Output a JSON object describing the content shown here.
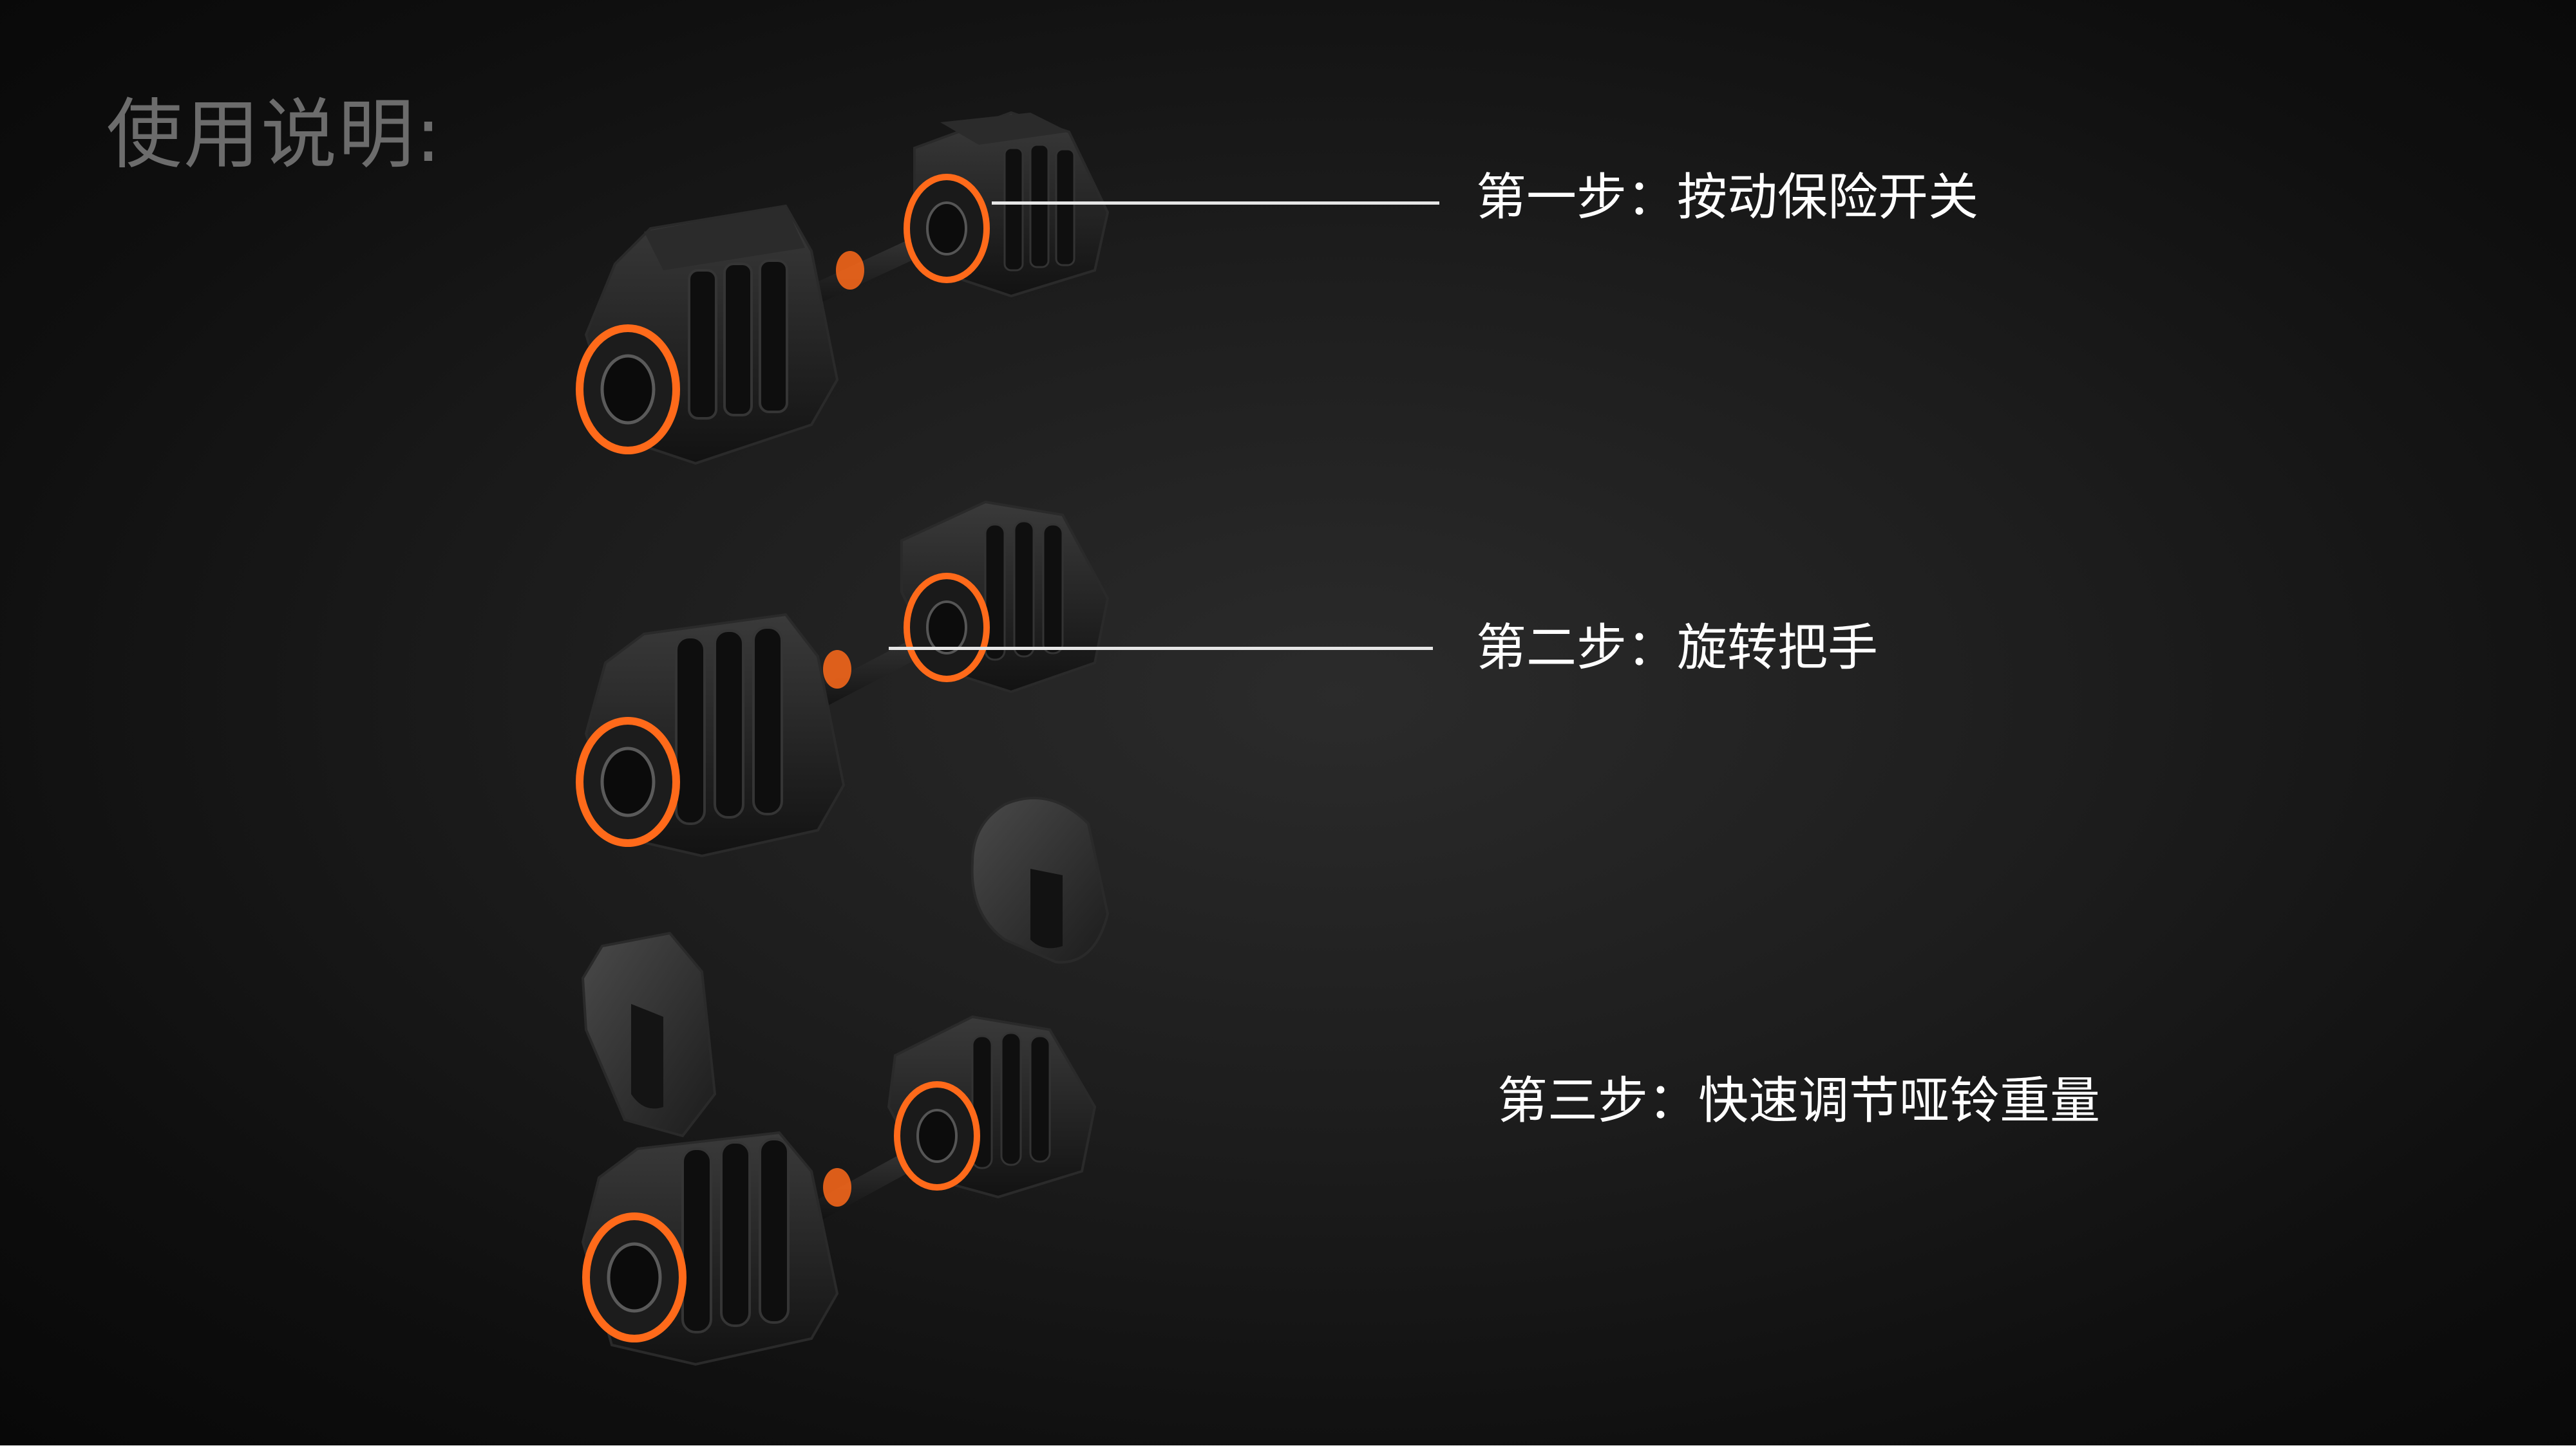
{
  "page": {
    "title": "使用说明:"
  },
  "steps": [
    {
      "label": "第一步：按动保险开关"
    },
    {
      "label": "第二步：旋转把手"
    },
    {
      "label": "第三步：快速调节哑铃重量"
    }
  ],
  "colors": {
    "background": "#141414",
    "title_text": "#6c6c6c",
    "step_text": "#ffffff",
    "leader_line": "#e6e6e6",
    "dumbbell_body": "#1a1a1a",
    "dumbbell_accent": "#ff6a1a"
  },
  "images": [
    {
      "name": "dumbbell-locked",
      "description": "adjustable dumbbell, safety switch"
    },
    {
      "name": "dumbbell-rotating",
      "description": "adjustable dumbbell, handle rotation"
    },
    {
      "name": "dumbbell-plates-removed",
      "description": "adjustable dumbbell with plates removed"
    }
  ]
}
